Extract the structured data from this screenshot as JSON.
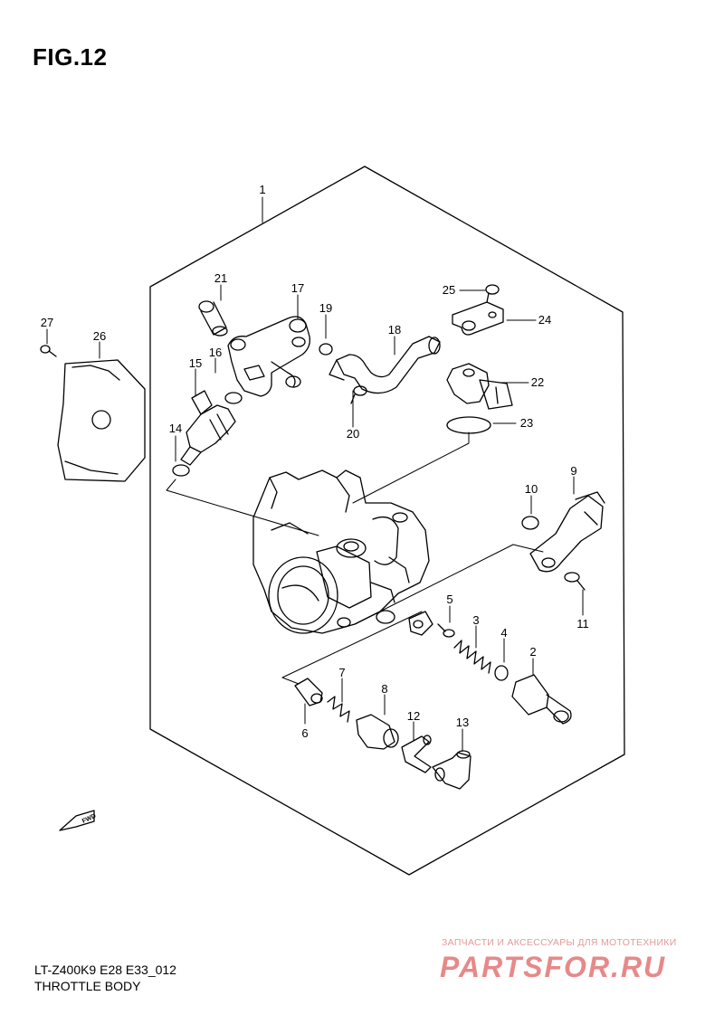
{
  "figure": {
    "title": "FIG.12",
    "model_code": "LT-Z400K9 E28 E33_012",
    "caption": "THROTTLE BODY"
  },
  "callouts": [
    "1",
    "2",
    "3",
    "4",
    "5",
    "6",
    "7",
    "8",
    "9",
    "10",
    "11",
    "12",
    "13",
    "14",
    "15",
    "16",
    "17",
    "18",
    "19",
    "20",
    "21",
    "22",
    "23",
    "24",
    "25",
    "26",
    "27"
  ],
  "fwd_badge": "FWD",
  "watermark": {
    "tagline": "ЗАПЧАСТИ И АКСЕССУАРЫ ДЛЯ МОТОТЕХНИКИ",
    "brand": "PARTSFOR.RU",
    "color": "#d42a2a"
  }
}
